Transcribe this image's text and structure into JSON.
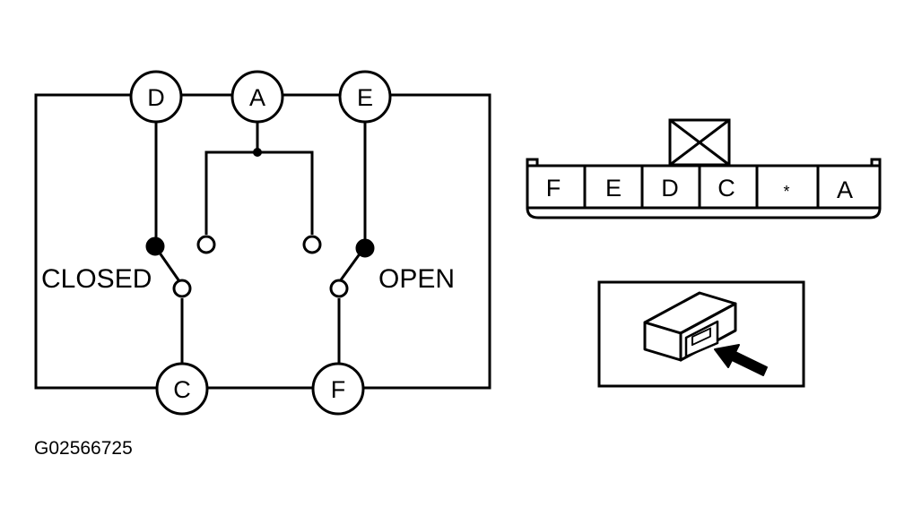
{
  "colors": {
    "ink": "#000000",
    "paper": "#ffffff"
  },
  "switch_diagram": {
    "terminals": {
      "D": "D",
      "A": "A",
      "E": "E",
      "C": "C",
      "F": "F"
    },
    "labels": {
      "closed": "CLOSED",
      "open": "OPEN"
    }
  },
  "connector": {
    "pins": [
      "F",
      "E",
      "D",
      "C",
      "*",
      "A"
    ]
  },
  "locator_icon": {
    "icon": "relay-block-with-arrow-icon"
  },
  "figure_code": "G02566725"
}
